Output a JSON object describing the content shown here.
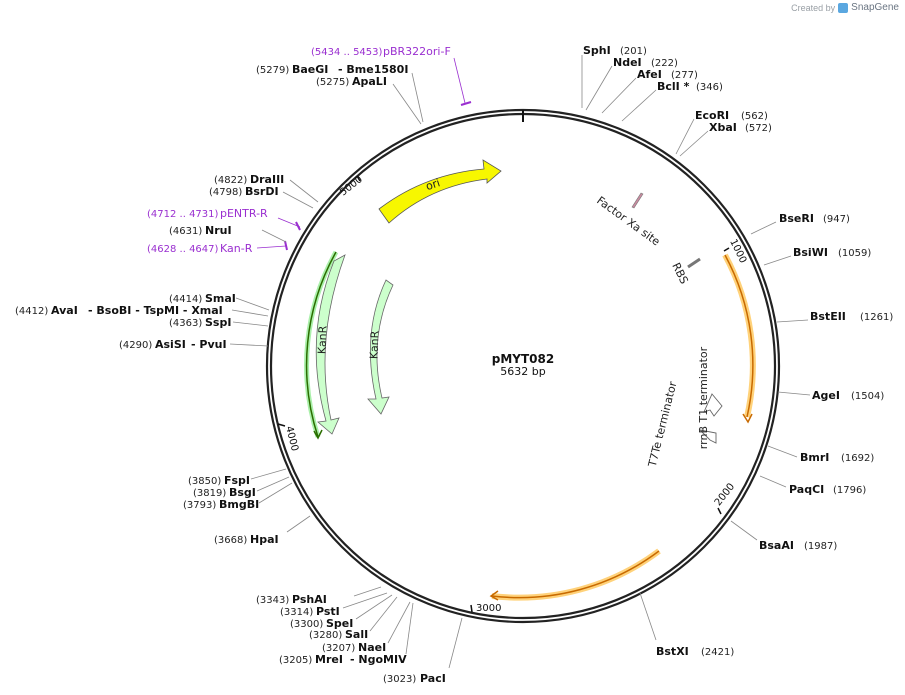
{
  "credit": {
    "prefix": "Created by",
    "brand": "SnapGene"
  },
  "plasmid": {
    "name": "pMYT082",
    "length_label": "5632 bp"
  },
  "ticks": [
    "1000",
    "2000",
    "3000",
    "4000",
    "5000"
  ],
  "sites": [
    {
      "name": "SphI",
      "pos": "(201)"
    },
    {
      "name": "NdeI",
      "pos": "(222)"
    },
    {
      "name": "AfeI",
      "pos": "(277)"
    },
    {
      "name": "BclI *",
      "pos": "(346)"
    },
    {
      "name": "EcoRI",
      "pos": "(562)"
    },
    {
      "name": "XbaI",
      "pos": "(572)"
    },
    {
      "name": "BseRI",
      "pos": "(947)"
    },
    {
      "name": "BsiWI",
      "pos": "(1059)"
    },
    {
      "name": "BstEII",
      "pos": "(1261)"
    },
    {
      "name": "AgeI",
      "pos": "(1504)"
    },
    {
      "name": "BmrI",
      "pos": "(1692)"
    },
    {
      "name": "PaqCI",
      "pos": "(1796)"
    },
    {
      "name": "BsaAI",
      "pos": "(1987)"
    },
    {
      "name": "BstXI",
      "pos": "(2421)"
    },
    {
      "name": "PacI",
      "pos": "(3023)"
    },
    {
      "name": "MreI",
      "pos": "(3205)",
      "extra": "- NgoMIV"
    },
    {
      "name": "NaeI",
      "pos": "(3207)"
    },
    {
      "name": "SalI",
      "pos": "(3280)"
    },
    {
      "name": "SpeI",
      "pos": "(3300)"
    },
    {
      "name": "PstI",
      "pos": "(3314)"
    },
    {
      "name": "PshAI",
      "pos": "(3343)"
    },
    {
      "name": "HpaI",
      "pos": "(3668)"
    },
    {
      "name": "BmgBI",
      "pos": "(3793)"
    },
    {
      "name": "BsgI",
      "pos": "(3819)"
    },
    {
      "name": "FspI",
      "pos": "(3850)"
    },
    {
      "name": "AsiSI",
      "pos": "(4290)",
      "extra": "- PvuI"
    },
    {
      "name": "SspI",
      "pos": "(4363)"
    },
    {
      "name": "AvaI",
      "pos": "(4412)",
      "extra": "- BsoBI   - TspMI   - XmaI"
    },
    {
      "name": "SmaI",
      "pos": "(4414)"
    },
    {
      "name": "NruI",
      "pos": "(4631)"
    },
    {
      "name": "BsrDI",
      "pos": "(4798)"
    },
    {
      "name": "DraIII",
      "pos": "(4822)"
    },
    {
      "name": "ApaLI",
      "pos": "(5275)"
    },
    {
      "name": "BaeGI",
      "pos": "(5279)",
      "extra": "- Bme1580I"
    }
  ],
  "primers": [
    {
      "name": "pBR322ori-F",
      "range": "(5434 .. 5453)"
    },
    {
      "name": "pENTR-R",
      "range": "(4712 .. 4731)"
    },
    {
      "name": "Kan-R",
      "range": "(4628 .. 4647)"
    }
  ],
  "features": {
    "ori": "ori",
    "kanr_outer": "KanR",
    "kanr_inner": "KanR",
    "factor_xa": "Factor Xa site",
    "rbs": "RBS",
    "rrnb": "rrnB T1 terminator",
    "t7te": "T7Te terminator"
  },
  "colors": {
    "backbone": "#222222",
    "ori": "#f7f700",
    "kanr": "#ccffcc",
    "orf_highlight": "#ffd27a",
    "orf_line": "#c86a00",
    "primer": "#9a2fd0",
    "factor_xa": "#c98ba0"
  }
}
